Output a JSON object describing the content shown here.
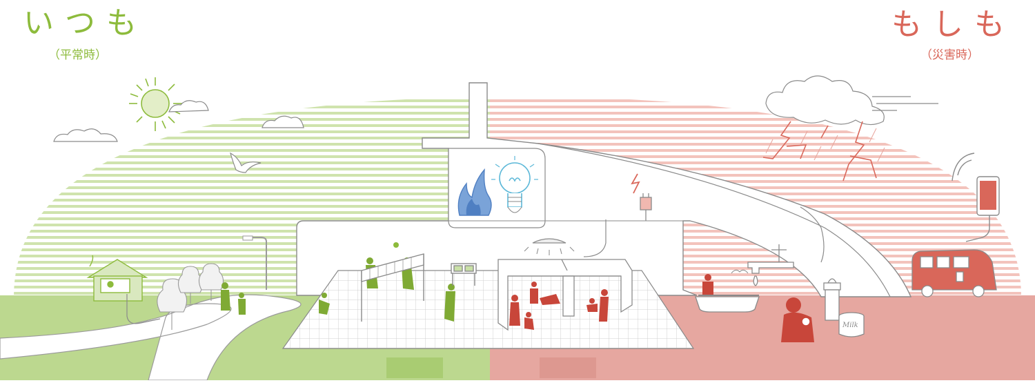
{
  "headings": {
    "left": {
      "title": "いつも",
      "subtitle": "（平常時）"
    },
    "right": {
      "title": "もしも",
      "subtitle": "（災害時）"
    }
  },
  "labels": {
    "milk_can": "Milk"
  },
  "colors": {
    "normal_green": "#8dbb3c",
    "normal_green_light": "#c9e0a6",
    "normal_ground": "#bcd88f",
    "disaster_red": "#d9675a",
    "disaster_red_light": "#f1b8b0",
    "disaster_ground": "#e6a7a0",
    "lightbulb_blue": "#5cb8d8",
    "flame_blue": "#4f7fc2",
    "outline_gray": "#8a8a8a"
  },
  "icons": [
    "sun-icon",
    "cloud-icon",
    "bird-icon",
    "house-icon",
    "tree-icon",
    "street-lamp-icon",
    "storm-cloud-icon",
    "lightning-icon",
    "smartphone-icon",
    "car-icon",
    "gas-flame-icon",
    "lightbulb-icon",
    "power-plug-icon",
    "faucet-icon",
    "bathtub-icon",
    "milk-bottle-icon",
    "milk-can-icon",
    "volleyball-net-icon",
    "scoreboard-icon",
    "ceiling-light-icon"
  ]
}
